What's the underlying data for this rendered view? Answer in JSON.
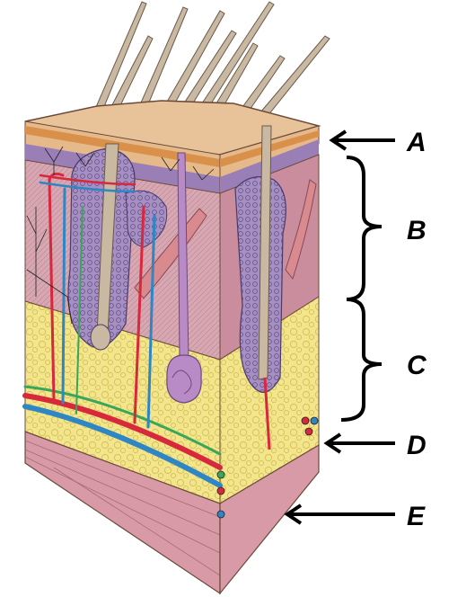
{
  "labels": {
    "a": "A",
    "b": "B",
    "c": "C",
    "d": "D",
    "e": "E"
  },
  "colors": {
    "background": "#ffffff",
    "hair": "#c9b9a3",
    "hair_outline": "#6b5a48",
    "epidermis": "#e6b98a",
    "epidermis_band": "#d9904a",
    "basal_layer": "#9a7fb6",
    "dermis": "#d7a8b3",
    "dermis_side": "#c98d9e",
    "follicle": "#a68fc3",
    "fat": "#f2e58c",
    "fat_cell_outline": "#d6c25a",
    "artery": "#d8283c",
    "vein": "#2e86c4",
    "nerve": "#3aa65a",
    "gland": "#b98bc6",
    "muscle": "#d98a8f",
    "fascia": "#d79aa6",
    "pointer": "#000000"
  },
  "icons": {
    "pointer": "arrow-left-icon",
    "bracket": "curly-brace-icon"
  }
}
